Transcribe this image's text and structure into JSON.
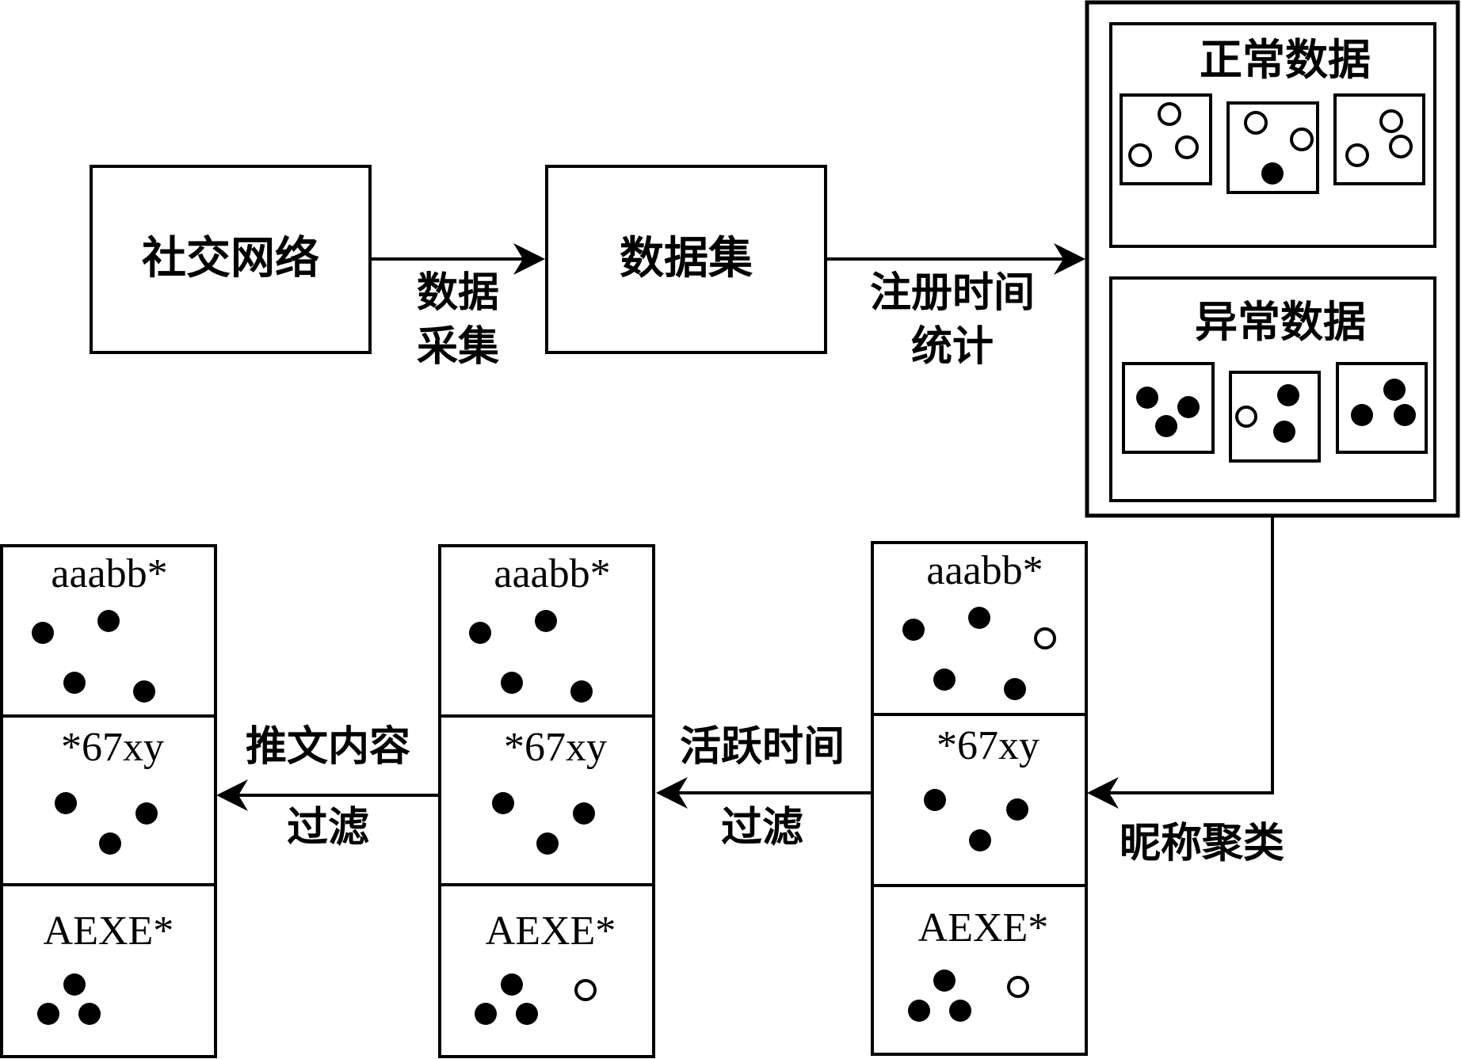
{
  "nodes": {
    "social_network": "社交网络",
    "dataset": "数据集",
    "normal_data": "正常数据",
    "abnormal_data": "异常数据"
  },
  "edges": {
    "data_collection": [
      "数据",
      "采集"
    ],
    "reg_time_stats": [
      "注册时间",
      "统计"
    ],
    "nickname_cluster": "昵称聚类",
    "active_time_filter": [
      "活跃时间",
      "过滤"
    ],
    "tweet_content_filter": [
      "推文内容",
      "过滤"
    ]
  },
  "cluster_labels": [
    "aaabb*",
    "*67xy",
    "AEXE*"
  ],
  "colors": {
    "stroke": "#000000",
    "background": "#ffffff"
  }
}
